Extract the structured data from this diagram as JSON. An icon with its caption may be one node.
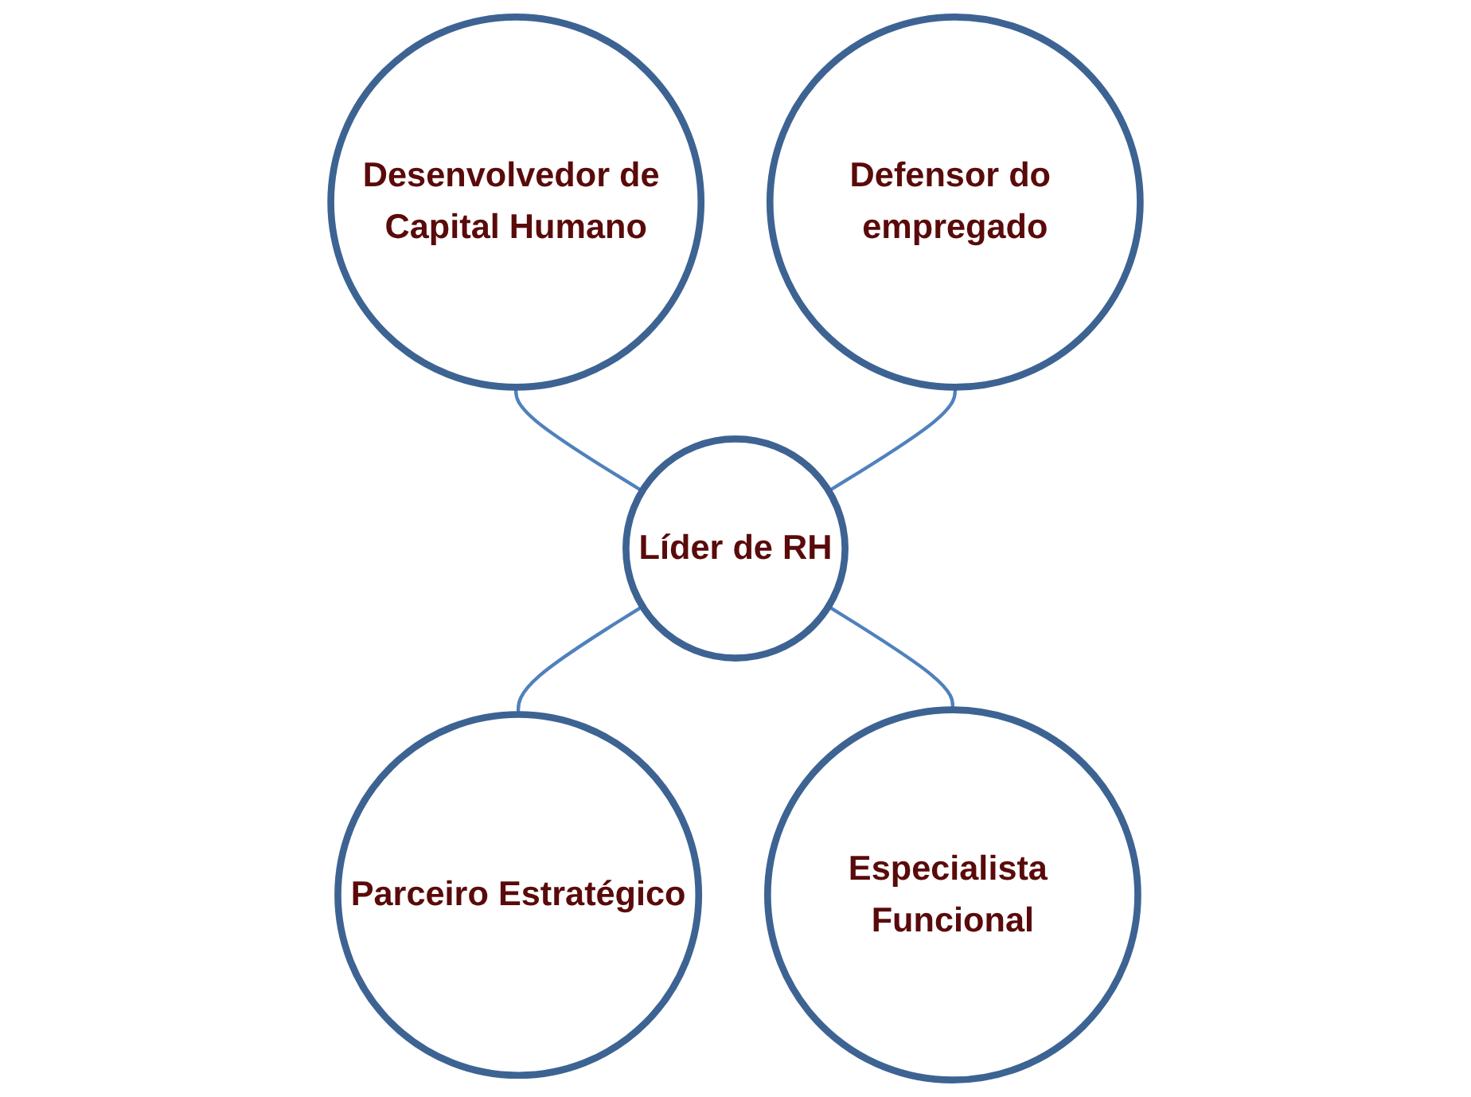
{
  "diagram": {
    "nodes": [
      {
        "text": [
          "Desenvolvedor de Capital Humano"
        ]
      },
      {
        "text": [
          "Defensor do empregado"
        ]
      },
      {
        "text": [
          "Líder de RH"
        ]
      },
      {
        "text": [
          "Parceiro Estratégico"
        ]
      },
      {
        "text": [
          "Especialista Funcional"
        ]
      }
    ],
    "edges": [
      {
        "from": 0,
        "to": 2,
        "arrow": "none"
      },
      {
        "from": 1,
        "to": 2,
        "arrow": "none"
      },
      {
        "from": 2,
        "to": 3,
        "arrow": "none"
      },
      {
        "from": 2,
        "to": 4,
        "arrow": "none"
      }
    ]
  }
}
